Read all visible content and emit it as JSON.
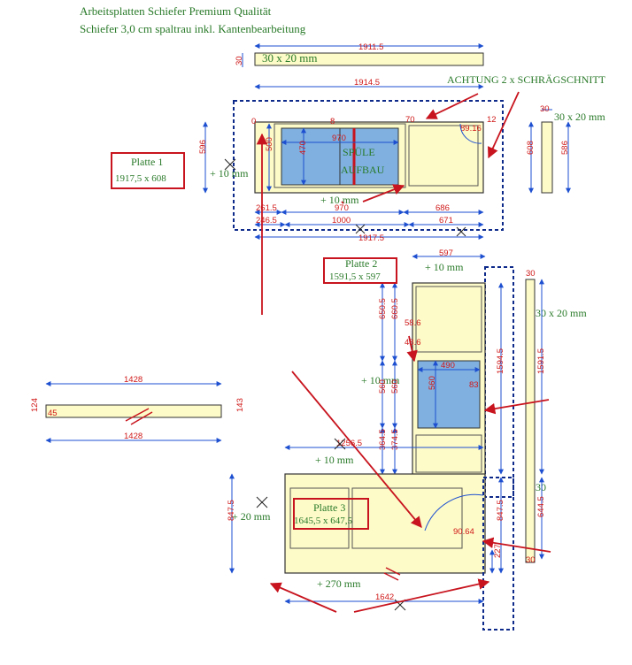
{
  "header": {
    "line1": "Arbeitsplatten Schiefer Premium Qualität",
    "line2": "Schiefer 3,0 cm spaltrau inkl. Kantenbearbeitung"
  },
  "colors": {
    "slab": "#fdfbc8",
    "sink": "#7fb0e0",
    "dimension": "#1d4fd0",
    "dim_text": "#d01818",
    "label": "#2a7a2a",
    "arrow": "#c8141e",
    "dashed": "#0d2a8a"
  },
  "notes": {
    "warning": "ACHTUNG 2 x SCHRÄGSCHNITT",
    "sink_label_1": "SPÜLE",
    "sink_label_2": "AUFBAU"
  },
  "plates": {
    "p1_name": "Platte 1",
    "p1_size": "1917,5 x 608",
    "p2_name": "Platte 2",
    "p2_size": "1591,5 x 597",
    "p3_name": "Platte 3",
    "p3_size": "1645,5 x 647,5"
  },
  "strips": {
    "top_strip": "30 x 20 mm",
    "right_strip_top": "30 x 20 mm",
    "right_strip_mid": "30 x 20 mm",
    "right_strip_low": "30"
  },
  "plus": {
    "p1_left": "+ 10 mm",
    "p1_bottom": "+ 10 mm",
    "p2_top": "+ 10 mm",
    "p2_left": "+ 10 mm",
    "p3_top": "+ 10 mm",
    "p3_left": "+ 20 mm",
    "p3_bottom": "+ 270 mm"
  },
  "dims": {
    "d1911_5": "1911.5",
    "d1914_5": "1914.5",
    "d30_a": "30",
    "d596": "596",
    "d500": "500",
    "d470": "470",
    "d970_in": "970",
    "d70": "70",
    "d12": "12",
    "d8": "8",
    "d0": "0",
    "d89_16": "89.16",
    "d608": "608",
    "d30_b": "30",
    "d586": "586",
    "d261_5": "261.5",
    "d970": "970",
    "d686": "686",
    "d246_5": "246.5",
    "d1000": "1000",
    "d671": "671",
    "d1917_5": "1917.5",
    "d597": "597",
    "d650_5": "650.5",
    "d660_5": "660.5",
    "d58_6": "58.6",
    "d48_6": "48.6",
    "d490": "490",
    "d560_a": "560",
    "d560_b": "560",
    "d560_c": "560",
    "d83": "83",
    "d1594_5": "1594.5",
    "d30_c": "30",
    "d1591_5": "1591.5",
    "d364_5": "364.5",
    "d374_5": "374.5",
    "d1256_5": "1256.5",
    "d1428_top": "1428",
    "d1428_bot": "1428",
    "d124": "124",
    "d143": "143",
    "d45": "45",
    "d847_5_l": "847.5",
    "d847_5_r": "847.5",
    "d644_5": "644.5",
    "d90_64": "90.64",
    "d227": "227",
    "d1642": "1642",
    "d30_d": "30"
  }
}
